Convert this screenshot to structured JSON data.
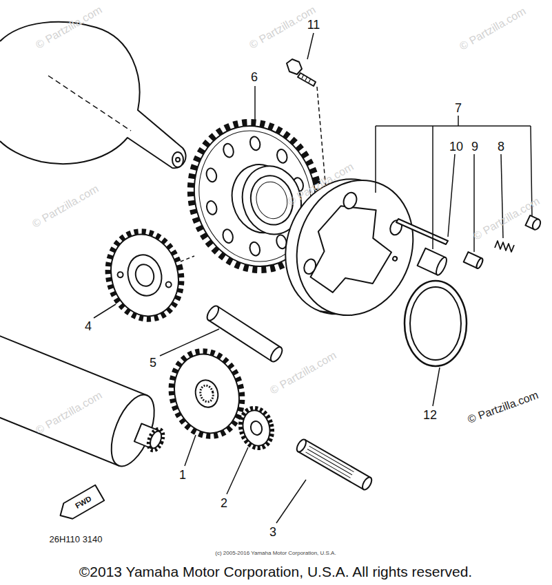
{
  "diagram": {
    "labels": [
      "11",
      "6",
      "7",
      "10",
      "9",
      "8",
      "4",
      "5",
      "12",
      "1",
      "2",
      "3",
      "FWD",
      "26H110 3140",
      "(c) 2005-2016 Yamaha Motor Corporation, U.S.A.",
      "©2013 Yamaha Motor Corporation, U.S.A. All rights reserved.",
      "© Partzilla.com",
      "© Partzilla.com",
      "© Partzilla.com",
      "© Partzilla.com",
      "© Partzilla.com",
      "© Partzilla.com",
      "© Partzilla.com",
      "© Partzilla.com",
      "© Partzilla.com"
    ]
  }
}
